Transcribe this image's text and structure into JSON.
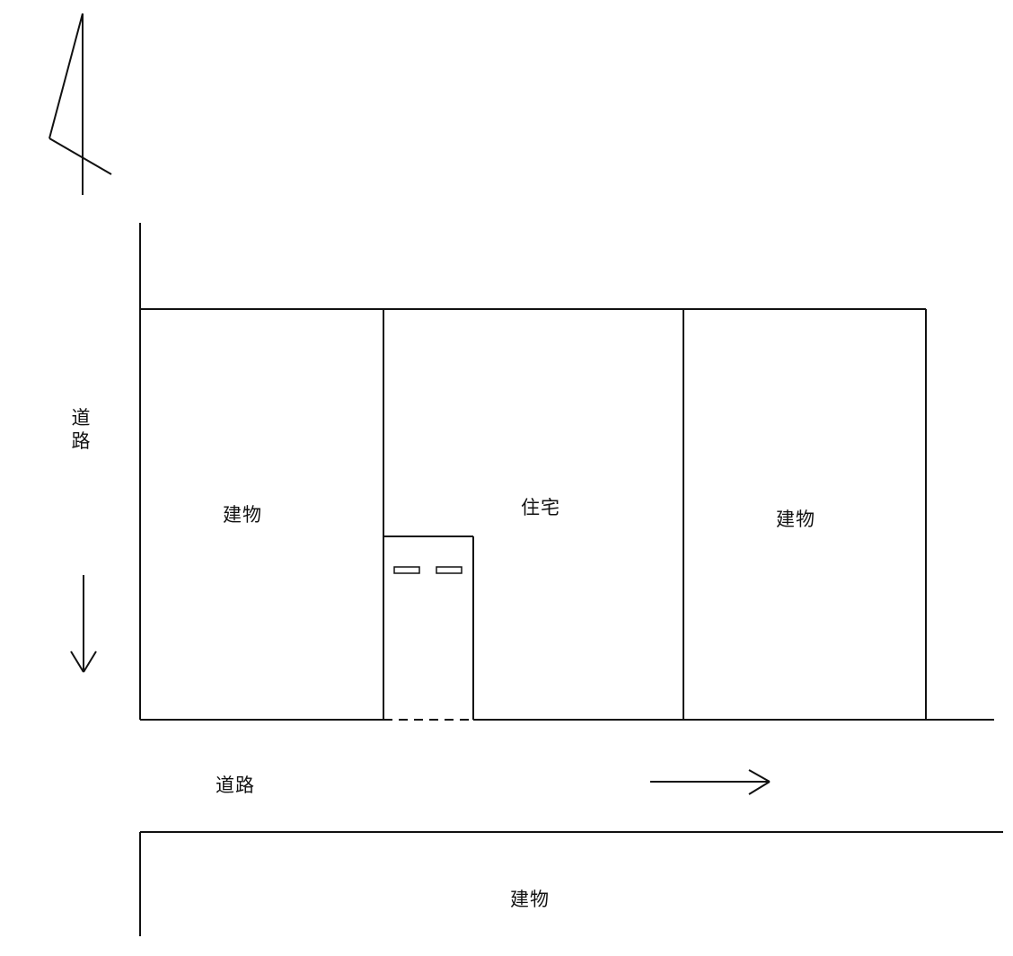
{
  "map": {
    "labels": {
      "left_road": "道路",
      "bottom_road": "道路",
      "left_building": "建物",
      "house": "住宅",
      "right_building": "建物",
      "opposite_building": "建物"
    },
    "icons": {
      "north_arrow": "north-arrow-icon",
      "left_road_direction": "arrow-down-icon",
      "bottom_road_direction": "arrow-right-icon",
      "entrance_markers": "parking-marker-icon"
    },
    "colors": {
      "line": "#111111",
      "background": "#ffffff"
    }
  }
}
